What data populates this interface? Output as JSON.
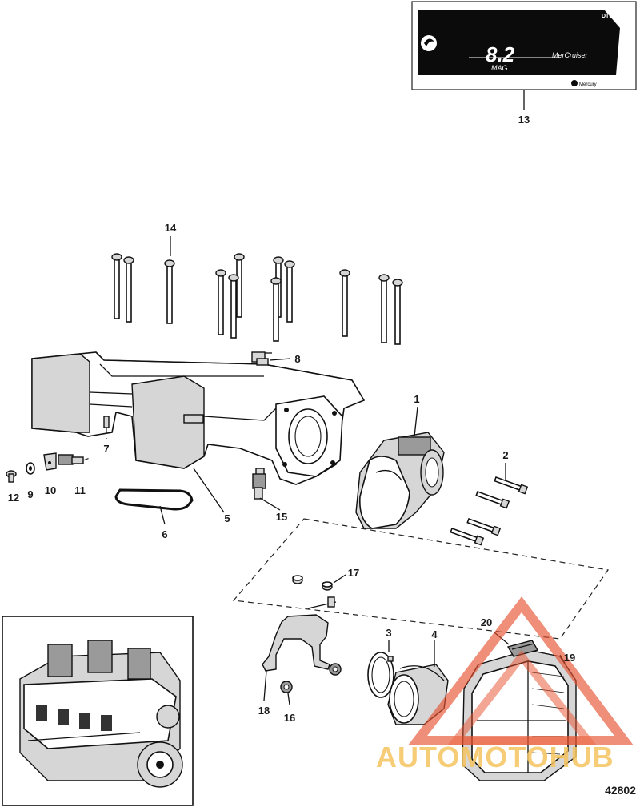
{
  "drawing_number": "42802",
  "callouts": [
    "1",
    "2",
    "3",
    "4",
    "5",
    "6",
    "7",
    "8",
    "9",
    "10",
    "11",
    "12",
    "13",
    "14",
    "15",
    "16",
    "17",
    "18",
    "19",
    "20"
  ],
  "decal": {
    "model": "8.2",
    "sub": "MAG",
    "brand": "MerCruiser",
    "badge": "DTS",
    "badge_small": "Mercury"
  },
  "watermark": {
    "text": "AUTOMOTOHUB"
  },
  "colors": {
    "watermark_red": "#e8502d",
    "watermark_gold": "#f5c460",
    "ink": "#111111"
  }
}
